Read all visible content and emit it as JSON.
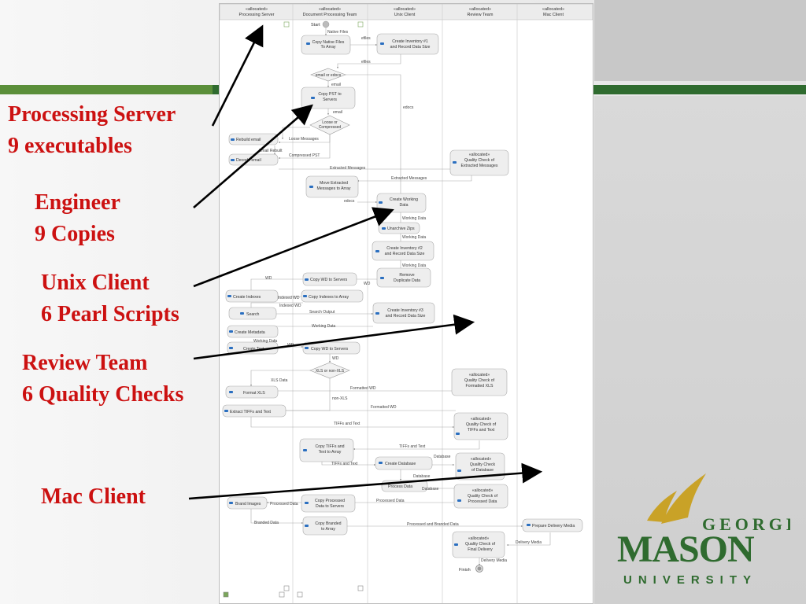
{
  "annotations": [
    {
      "line1": "Processing Server",
      "line2": "9 executables"
    },
    {
      "line1": "Engineer",
      "line2": "9 Copies"
    },
    {
      "line1": "Unix Client",
      "line2": "6 Pearl Scripts"
    },
    {
      "line1": "Review Team",
      "line2": "6 Quality Checks"
    },
    {
      "line1": "Mac Client",
      "line2": ""
    }
  ],
  "colors": {
    "annotation": "#cc1111",
    "brand_green": "#2f6b2f",
    "brand_gold": "#c9a227",
    "node_icon": "#2b6fc0"
  },
  "logo": {
    "line1": "GEORGE",
    "line2": "MASON",
    "line3": "UNIVERSITY"
  },
  "lanes": [
    {
      "stereo": "«allocated»",
      "name": "Processing Server"
    },
    {
      "stereo": "«allocated»",
      "name": "Document Processing Team"
    },
    {
      "stereo": "«allocated»",
      "name": "Unix Client"
    },
    {
      "stereo": "«allocated»",
      "name": "Review Team"
    },
    {
      "stereo": "«allocated»",
      "name": "Mac Client"
    }
  ],
  "nodes": {
    "start": "Start",
    "finish": "Finish",
    "copy_native": [
      "Copy Native Files",
      "To Array"
    ],
    "inv1": [
      "Create Inventory #1",
      "and Record Data Size"
    ],
    "dec_email": "email or edocs",
    "copy_pst": [
      "Copy PST to",
      "Servers"
    ],
    "dec_loose": [
      "Loose or",
      "Compressed"
    ],
    "rebuild": "Rebuild email",
    "decode": "Decode email",
    "qc_extracted": [
      "«allocated»",
      "Quality Check of",
      "Extracted Messages"
    ],
    "move_extracted": [
      "Move Extracted",
      "Messages to Array"
    ],
    "create_working": [
      "Create Working",
      "Data"
    ],
    "unarchive": "Unarchive Zips",
    "inv2": [
      "Create Inventory #2",
      "and Record Data Size"
    ],
    "remove_dup": [
      "Remove",
      "Duplicate Data"
    ],
    "copy_wd1": "Copy WD to Servers",
    "create_indexes": "Create Indexes",
    "copy_indexes": "Copy Indexes to Array",
    "search": "Search",
    "inv3": [
      "Create Inventory #3",
      "and Record Data Size"
    ],
    "create_metadata": "Create Metadata",
    "create_text": "Create Text",
    "copy_wd2": "Copy WD to Servers",
    "dec_xls": "XLS or non-XLS",
    "format_xls": "Format XLS",
    "qc_formatted": [
      "«allocated»",
      "Quality Check of",
      "Formatted XLS"
    ],
    "extract_tiffs": "Extract TIFFs and Text",
    "qc_tiffs": [
      "«allocated»",
      "Quality Check of",
      "TIFFs and Text"
    ],
    "copy_tiffs": [
      "Copy TIFFs and",
      "Text to Array"
    ],
    "create_db": "Create Database",
    "qc_db": [
      "«allocated»",
      "Quality Check",
      "of Database"
    ],
    "process_data": "Process Data",
    "qc_processed": [
      "«allocated»",
      "Quality Check of",
      "Processed Data"
    ],
    "brand_images": "Brand Images",
    "copy_processed": [
      "Copy Processed",
      "Data to Servers"
    ],
    "copy_branded": [
      "Copy Branded",
      "to Array"
    ],
    "prepare_delivery": "Prepare Delivery Media",
    "qc_final": [
      "«allocated»",
      "Quality Check of",
      "Final Delivery"
    ]
  },
  "edges": {
    "native_files": "Native Files",
    "efiles1": "efiles",
    "efiles2": "efiles",
    "email1": "email",
    "edocs1": "edocs",
    "email2": "email",
    "loose_messages": "Loose Messages",
    "email_rebuilt": "Email Rebuilt",
    "compressed_pst": "Compressed PST",
    "extracted_messages1": "Extracted Messages",
    "extracted_messages2": "Extracted Messages",
    "edocs2": "edocs",
    "working_data1": "Working Data",
    "working_data2": "Working Data",
    "working_data3": "Working Data",
    "wd1": "WD",
    "wd2": "WD",
    "indexed_wd1": "Indexed WD",
    "indexed_wd2": "Indexed WD",
    "search_output": "Search Output",
    "working_data4": "Working Data",
    "working_data5": "Working Data",
    "wd3": "WD",
    "wd4": "WD",
    "xls_data": "XLS Data",
    "formatted_wd1": "Formatted WD",
    "non_xls": "non-XLS",
    "formatted_wd2": "Formatted WD",
    "tiffs_text1": "TIFFs and Text",
    "tiffs_text2": "TIFFs and Text",
    "tiffs_text3": "TIFFs and Text",
    "database1": "Database",
    "database2": "Database",
    "database3": "Database",
    "processed_data1": "Processed Data",
    "processed_data2": "Processed Data",
    "branded_data": "Branded Data",
    "processed_branded": "Processed and Branded Data",
    "delivery_media1": "Delivery Media",
    "delivery_media2": "Delivery Media"
  }
}
